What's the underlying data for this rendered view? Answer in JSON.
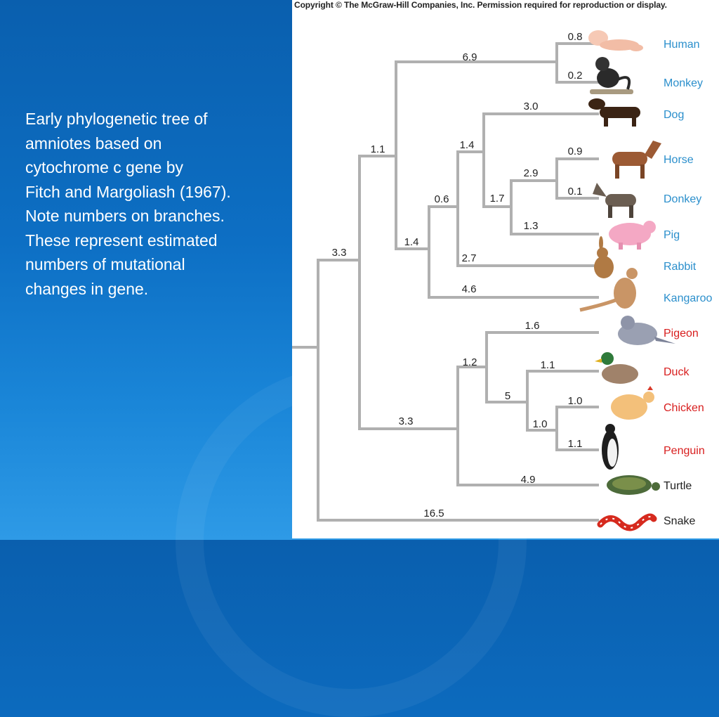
{
  "caption": {
    "lines": [
      "Early phylogenetic tree of",
      "amniotes based on",
      "cytochrome c gene by",
      "Fitch and Margoliash (1967).",
      "Note numbers on branches.",
      "These represent estimated",
      "numbers of mutational",
      "changes in gene."
    ]
  },
  "figure": {
    "copyright": "Copyright © The McGraw-Hill Companies, Inc. Permission required for reproduction or display.",
    "colors": {
      "branch": "#b0b0b0",
      "mammal": "#2b8fcc",
      "bird": "#d81e1e",
      "reptile": "#222222"
    },
    "taxa": [
      {
        "name": "Human",
        "group": "mammal",
        "icon": "human-icon"
      },
      {
        "name": "Monkey",
        "group": "mammal",
        "icon": "monkey-icon"
      },
      {
        "name": "Dog",
        "group": "mammal",
        "icon": "dog-icon"
      },
      {
        "name": "Horse",
        "group": "mammal",
        "icon": "horse-icon"
      },
      {
        "name": "Donkey",
        "group": "mammal",
        "icon": "donkey-icon"
      },
      {
        "name": "Pig",
        "group": "mammal",
        "icon": "pig-icon"
      },
      {
        "name": "Rabbit",
        "group": "mammal",
        "icon": "rabbit-icon"
      },
      {
        "name": "Kangaroo",
        "group": "mammal",
        "icon": "kangaroo-icon"
      },
      {
        "name": "Pigeon",
        "group": "bird",
        "icon": "pigeon-icon"
      },
      {
        "name": "Duck",
        "group": "bird",
        "icon": "duck-icon"
      },
      {
        "name": "Chicken",
        "group": "bird",
        "icon": "chicken-icon"
      },
      {
        "name": "Penguin",
        "group": "bird",
        "icon": "penguin-icon"
      },
      {
        "name": "Turtle",
        "group": "reptile",
        "icon": "turtle-icon"
      },
      {
        "name": "Snake",
        "group": "reptile",
        "icon": "snake-icon"
      }
    ],
    "branch_labels": [
      {
        "id": "human",
        "value": "0.8"
      },
      {
        "id": "monkey",
        "value": "0.2"
      },
      {
        "id": "primates",
        "value": "6.9"
      },
      {
        "id": "dog",
        "value": "3.0"
      },
      {
        "id": "horse",
        "value": "0.9"
      },
      {
        "id": "donkey",
        "value": "0.1"
      },
      {
        "id": "equids",
        "value": "2.9"
      },
      {
        "id": "pig",
        "value": "1.3"
      },
      {
        "id": "ungulates",
        "value": "1.7"
      },
      {
        "id": "carnivore-ungulate",
        "value": "1.4"
      },
      {
        "id": "rabbit",
        "value": "2.7"
      },
      {
        "id": "eutherian-core",
        "value": "0.6"
      },
      {
        "id": "kangaroo",
        "value": "4.6"
      },
      {
        "id": "non-primate",
        "value": "1.4"
      },
      {
        "id": "mammals",
        "value": "1.1"
      },
      {
        "id": "pigeon",
        "value": "1.6"
      },
      {
        "id": "duck",
        "value": "1.1"
      },
      {
        "id": "chicken",
        "value": "1.0"
      },
      {
        "id": "penguin",
        "value": "1.1"
      },
      {
        "id": "galliform",
        "value": "1.0"
      },
      {
        "id": "duck-chicken-penguin",
        "value": "5"
      },
      {
        "id": "birds",
        "value": "1.2"
      },
      {
        "id": "turtle",
        "value": "4.9"
      },
      {
        "id": "sauropsids",
        "value": "3.3"
      },
      {
        "id": "amniote-core",
        "value": "3.3"
      },
      {
        "id": "snake",
        "value": "16.5"
      }
    ]
  }
}
